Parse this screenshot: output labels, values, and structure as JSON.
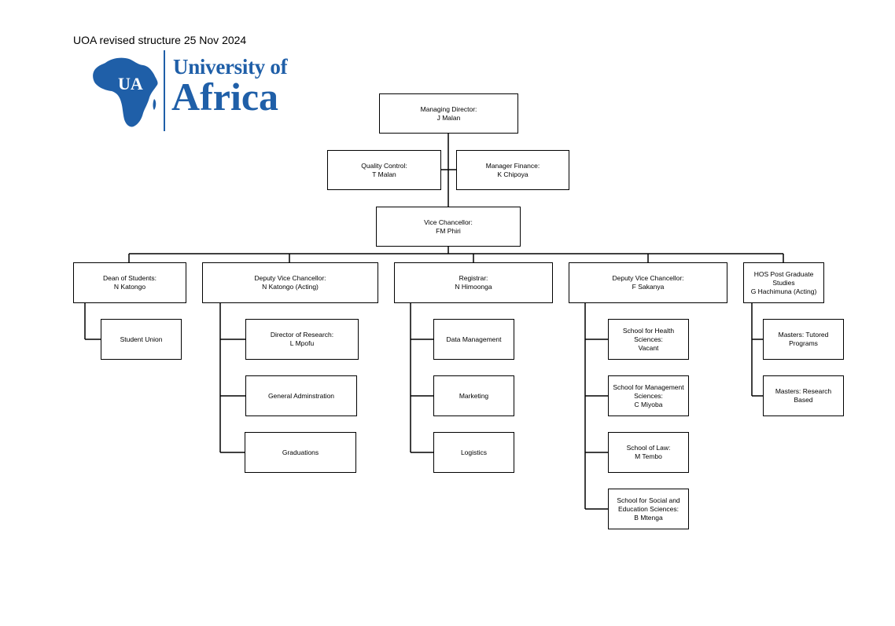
{
  "document": {
    "title": "UOA revised structure 25 Nov 2024"
  },
  "logo": {
    "badge": "UA",
    "line1": "University of",
    "line2": "Africa",
    "color": "#1f5fa8"
  },
  "nodes": {
    "managing_director": {
      "role": "Managing Director:",
      "name": "J Malan"
    },
    "quality_control": {
      "role": "Quality Control:",
      "name": "T Malan"
    },
    "manager_finance": {
      "role": "Manager Finance:",
      "name": "K Chipoya"
    },
    "vice_chancellor": {
      "role": "Vice Chancellor:",
      "name": "FM Phiri"
    },
    "dean_students": {
      "role": "Dean of Students:",
      "name": "N Katongo"
    },
    "student_union": {
      "role": "Student Union",
      "name": ""
    },
    "dvc_1": {
      "role": "Deputy Vice Chancellor:",
      "name": "N Katongo (Acting)"
    },
    "director_research": {
      "role": "Director of Research:",
      "name": "L Mpofu"
    },
    "general_admin": {
      "role": "General Adminstration",
      "name": ""
    },
    "graduations": {
      "role": "Graduations",
      "name": ""
    },
    "registrar": {
      "role": "Registrar:",
      "name": "N Himoonga"
    },
    "data_management": {
      "role": "Data Management",
      "name": ""
    },
    "marketing": {
      "role": "Marketing",
      "name": ""
    },
    "logistics": {
      "role": "Logistics",
      "name": ""
    },
    "dvc_2": {
      "role": "Deputy Vice Chancellor:",
      "name": "F Sakanya"
    },
    "school_health": {
      "role": "School for Health Sciences:",
      "name": "Vacant"
    },
    "school_management": {
      "role": "School for Management Sciences:",
      "name": "C Miyoba"
    },
    "school_law": {
      "role": "School of Law:",
      "name": "M Tembo"
    },
    "school_social": {
      "role": "School for Social and Education Sciences:",
      "name": "B Mtenga"
    },
    "hos_postgrad": {
      "role": "HOS Post Graduate Studies",
      "name": "G Hachimuna (Acting)"
    },
    "masters_tutored": {
      "role": "Masters: Tutored Programs",
      "name": ""
    },
    "masters_research": {
      "role": "Masters: Research Based",
      "name": ""
    }
  }
}
